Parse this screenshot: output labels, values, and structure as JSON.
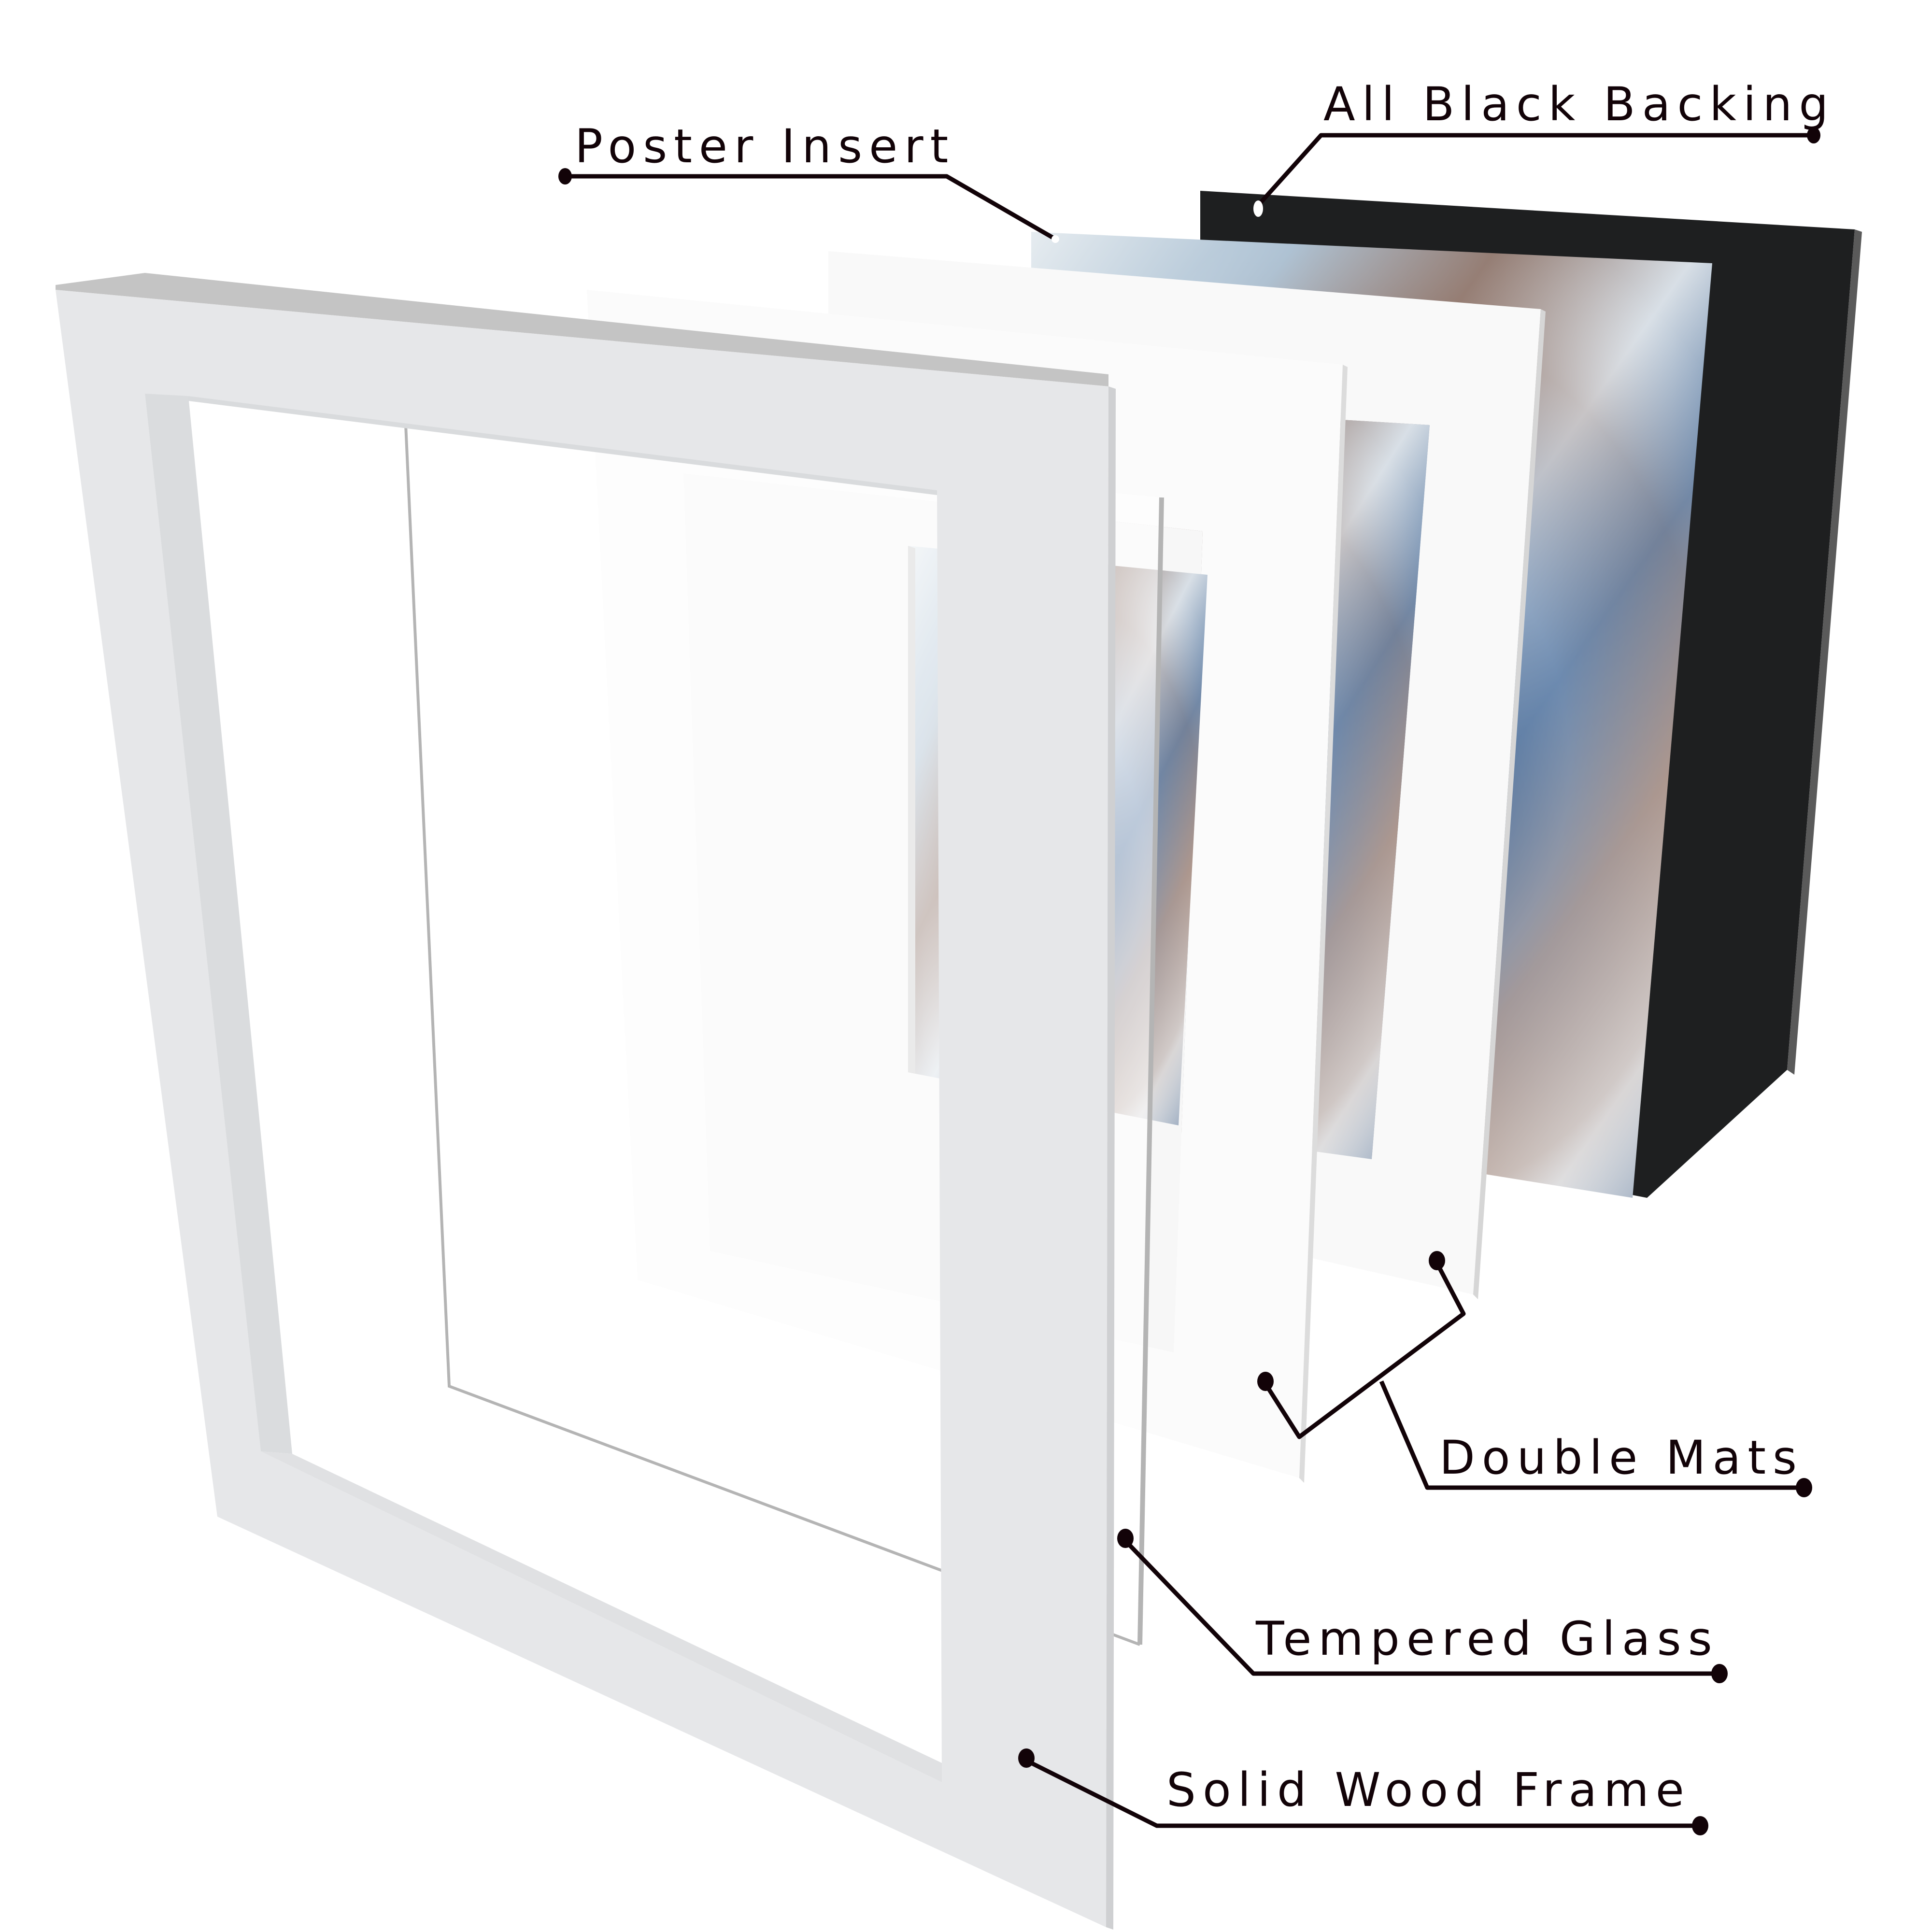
{
  "diagram": {
    "type": "exploded-view",
    "subject": "picture frame components",
    "colors": {
      "background": "#ffffff",
      "leader_line": "#120308",
      "frame_face": "#e6e7e9",
      "frame_top_edge": "#c4c4c4",
      "frame_inner_bevel": "#d9dbdd",
      "mat_face": "#f9f9f9",
      "glass_edge": "#b4b4b4",
      "backing": "#1e1f20",
      "backing_edge": "#5a5a5a",
      "poster_blue": "#6f8fb4",
      "poster_brown": "#8c6f63",
      "poster_light": "#dfe6ec"
    }
  },
  "labels": [
    {
      "id": "poster-insert",
      "text": "Poster Insert"
    },
    {
      "id": "all-black-backing",
      "text": "All Black Backing"
    },
    {
      "id": "double-mats",
      "text": "Double Mats"
    },
    {
      "id": "tempered-glass",
      "text": "Tempered Glass"
    },
    {
      "id": "solid-wood-frame",
      "text": "Solid Wood Frame"
    }
  ]
}
